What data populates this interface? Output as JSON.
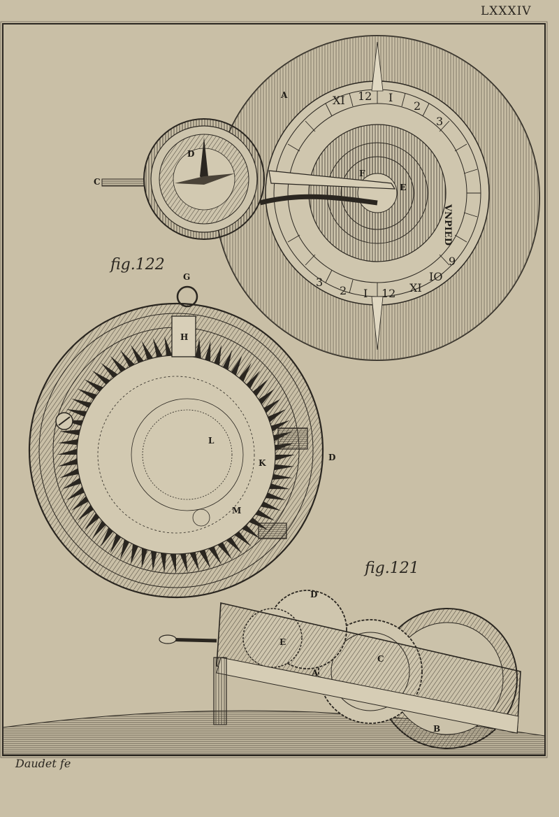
{
  "plate_number": "LXXXIV",
  "signature": "Daudet fe",
  "figures": {
    "fig122": {
      "caption": "fig.122",
      "dial_numerals_top": [
        "XI",
        "12",
        "I",
        "2",
        "3"
      ],
      "dial_numerals_bottom": [
        "3",
        "2",
        "I",
        "12",
        "XI",
        "IO",
        "9"
      ],
      "dial_inscription": "VNPIED",
      "labels": {
        "A": "A",
        "C": "C",
        "D": "D",
        "E": "E",
        "F": "F"
      }
    },
    "fig121": {
      "caption": "fig.121",
      "labels": {
        "G": "G",
        "H": "H",
        "L": "L",
        "K": "K",
        "M": "M",
        "D": "D"
      }
    },
    "fig_lower": {
      "labels": {
        "D": "D",
        "E": "E",
        "C": "C",
        "A": "A",
        "B": "B"
      }
    }
  },
  "colors": {
    "paper": "#c9bfa6",
    "ink": "#2a2620",
    "shade": "#6e6555"
  }
}
